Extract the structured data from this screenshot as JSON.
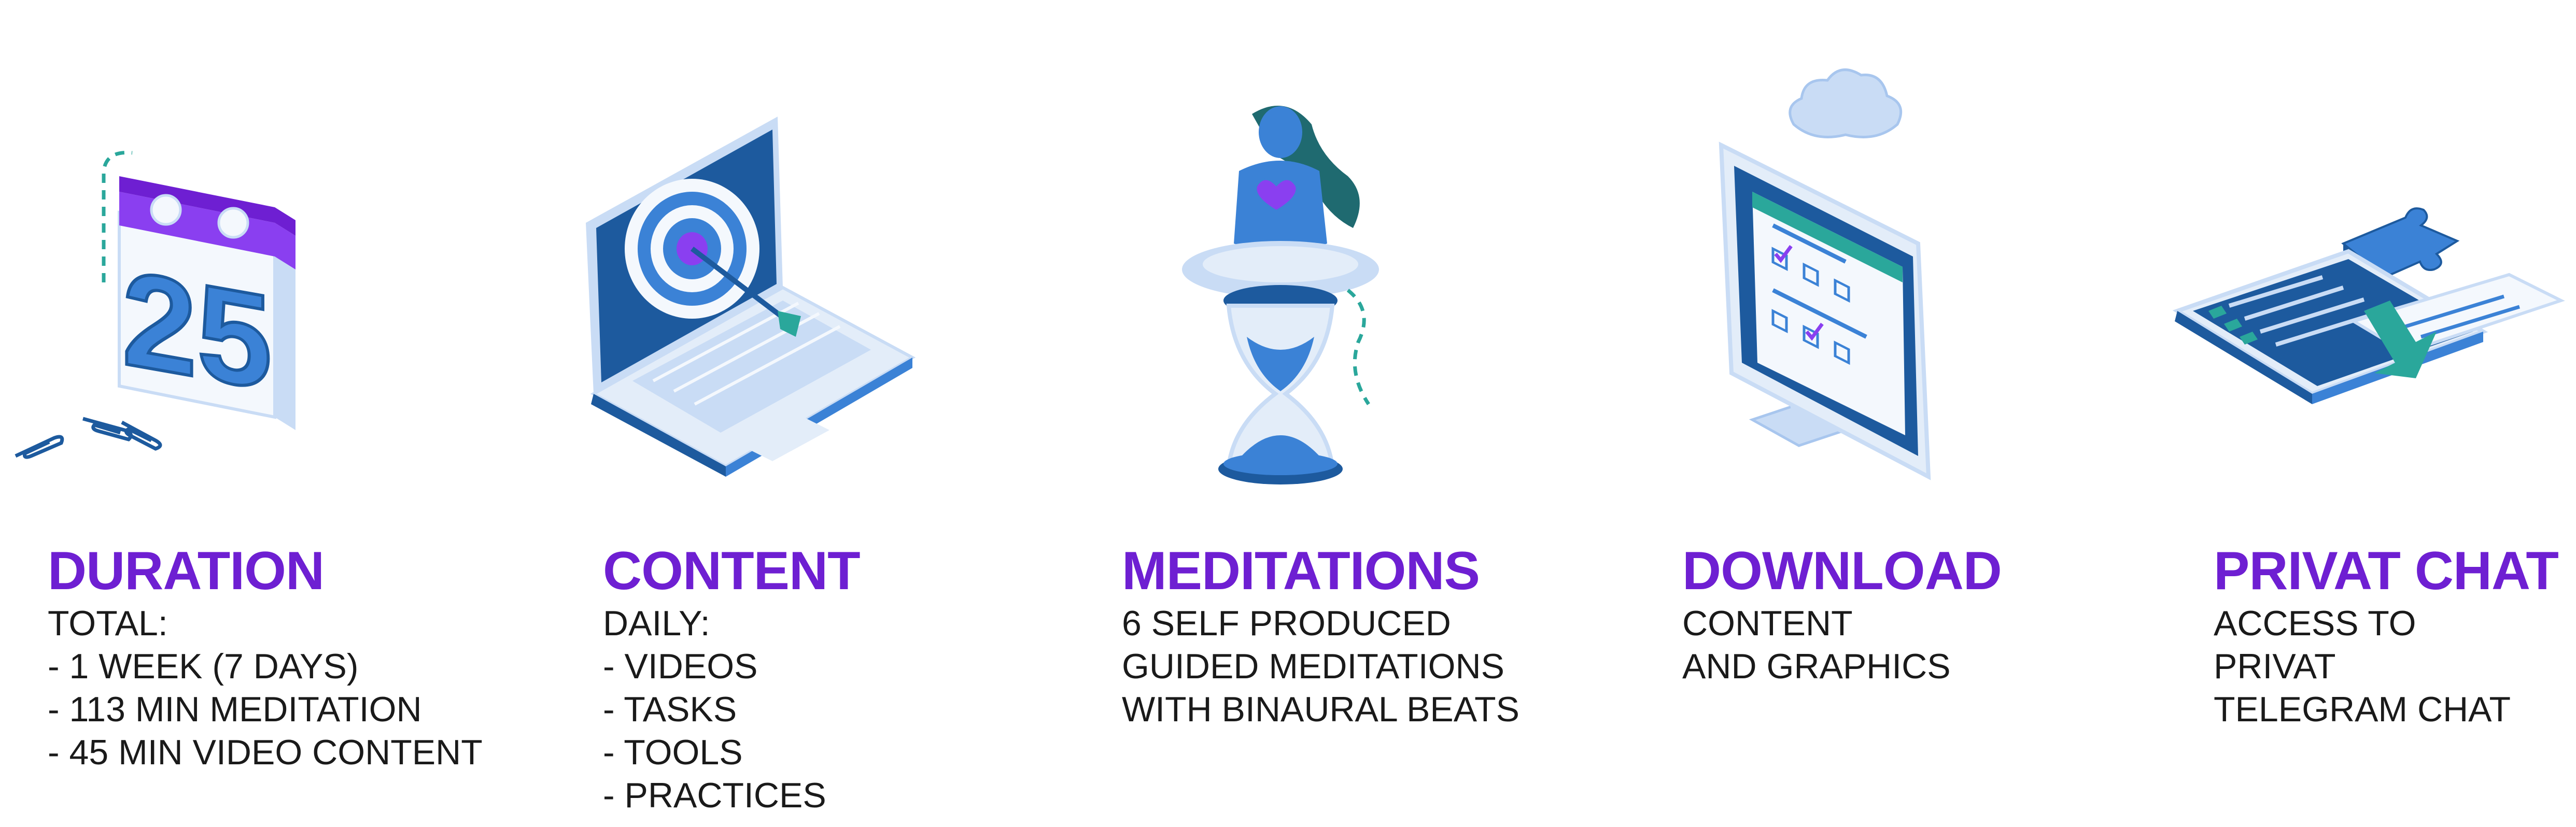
{
  "colors": {
    "accent": "#6e1fd2",
    "text": "#1a1a1a",
    "blue_dark": "#1d5a9e",
    "blue_mid": "#3b82d6",
    "blue_light": "#c9dcf5",
    "teal": "#2aa79b"
  },
  "features": [
    {
      "icon": "calendar-icon",
      "title": "DURATION",
      "lines": [
        "TOTAL:",
        "- 1 WEEK (7 DAYS)",
        "- 113 MIN MEDITATION",
        "- 45 MIN VIDEO CONTENT"
      ],
      "calendar_day": "25"
    },
    {
      "icon": "laptop-target-icon",
      "title": "CONTENT",
      "lines": [
        "DAILY:",
        "- VIDEOS",
        "- TASKS",
        "- TOOLS",
        "- PRACTICES"
      ]
    },
    {
      "icon": "meditation-hourglass-icon",
      "title": "MEDITATIONS",
      "lines": [
        "6 SELF PRODUCED",
        "GUIDED MEDITATIONS",
        "WITH BINAURAL BEATS"
      ]
    },
    {
      "icon": "cloud-monitor-icon",
      "title": "DOWNLOAD",
      "lines": [
        "CONTENT",
        "AND GRAPHICS"
      ]
    },
    {
      "icon": "phone-puzzle-icon",
      "title": "PRIVAT CHAT",
      "lines": [
        "ACCESS TO",
        "PRIVAT",
        "TELEGRAM CHAT"
      ]
    }
  ]
}
